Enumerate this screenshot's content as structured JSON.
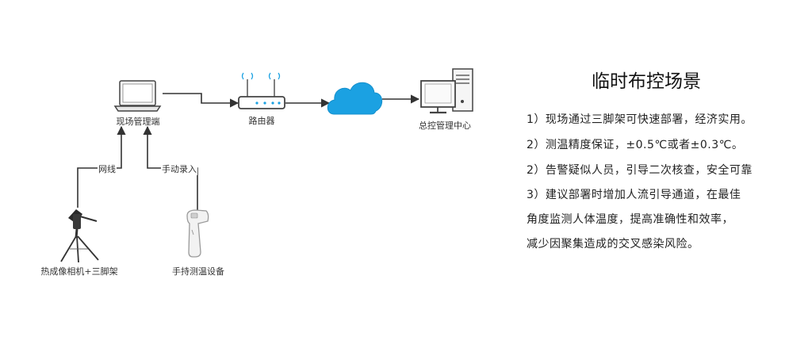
{
  "diagram": {
    "nodes": {
      "laptop": "现场管理端",
      "router": "路由器",
      "cloud": "",
      "center": "总控管理中心",
      "camera": "热成像相机+三脚架",
      "thermometer": "手持测温设备"
    },
    "edges": {
      "camera_to_laptop": "网线",
      "thermometer_to_laptop": "手动录入"
    },
    "icons": {
      "laptop": "laptop-icon",
      "router": "wifi-router-icon",
      "cloud": "cloud-icon",
      "center": "desktop-computer-icon",
      "camera": "thermal-camera-tripod-icon",
      "thermometer": "handheld-thermometer-icon"
    },
    "colors": {
      "cloud": "#1ba1e2",
      "line": "#333333",
      "outline": "#444444"
    }
  },
  "panel": {
    "title": "临时布控场景",
    "points": [
      "1）现场通过三脚架可快速部署，经济实用。",
      "2）测温精度保证，±0.5℃或者±0.3℃。",
      "2）告警疑似人员，引导二次核查，安全可靠",
      "3）建议部署时增加人流引导通道，在最佳",
      "角度监测人体温度，提高准确性和效率，",
      "减少因聚集造成的交叉感染风险。"
    ]
  }
}
